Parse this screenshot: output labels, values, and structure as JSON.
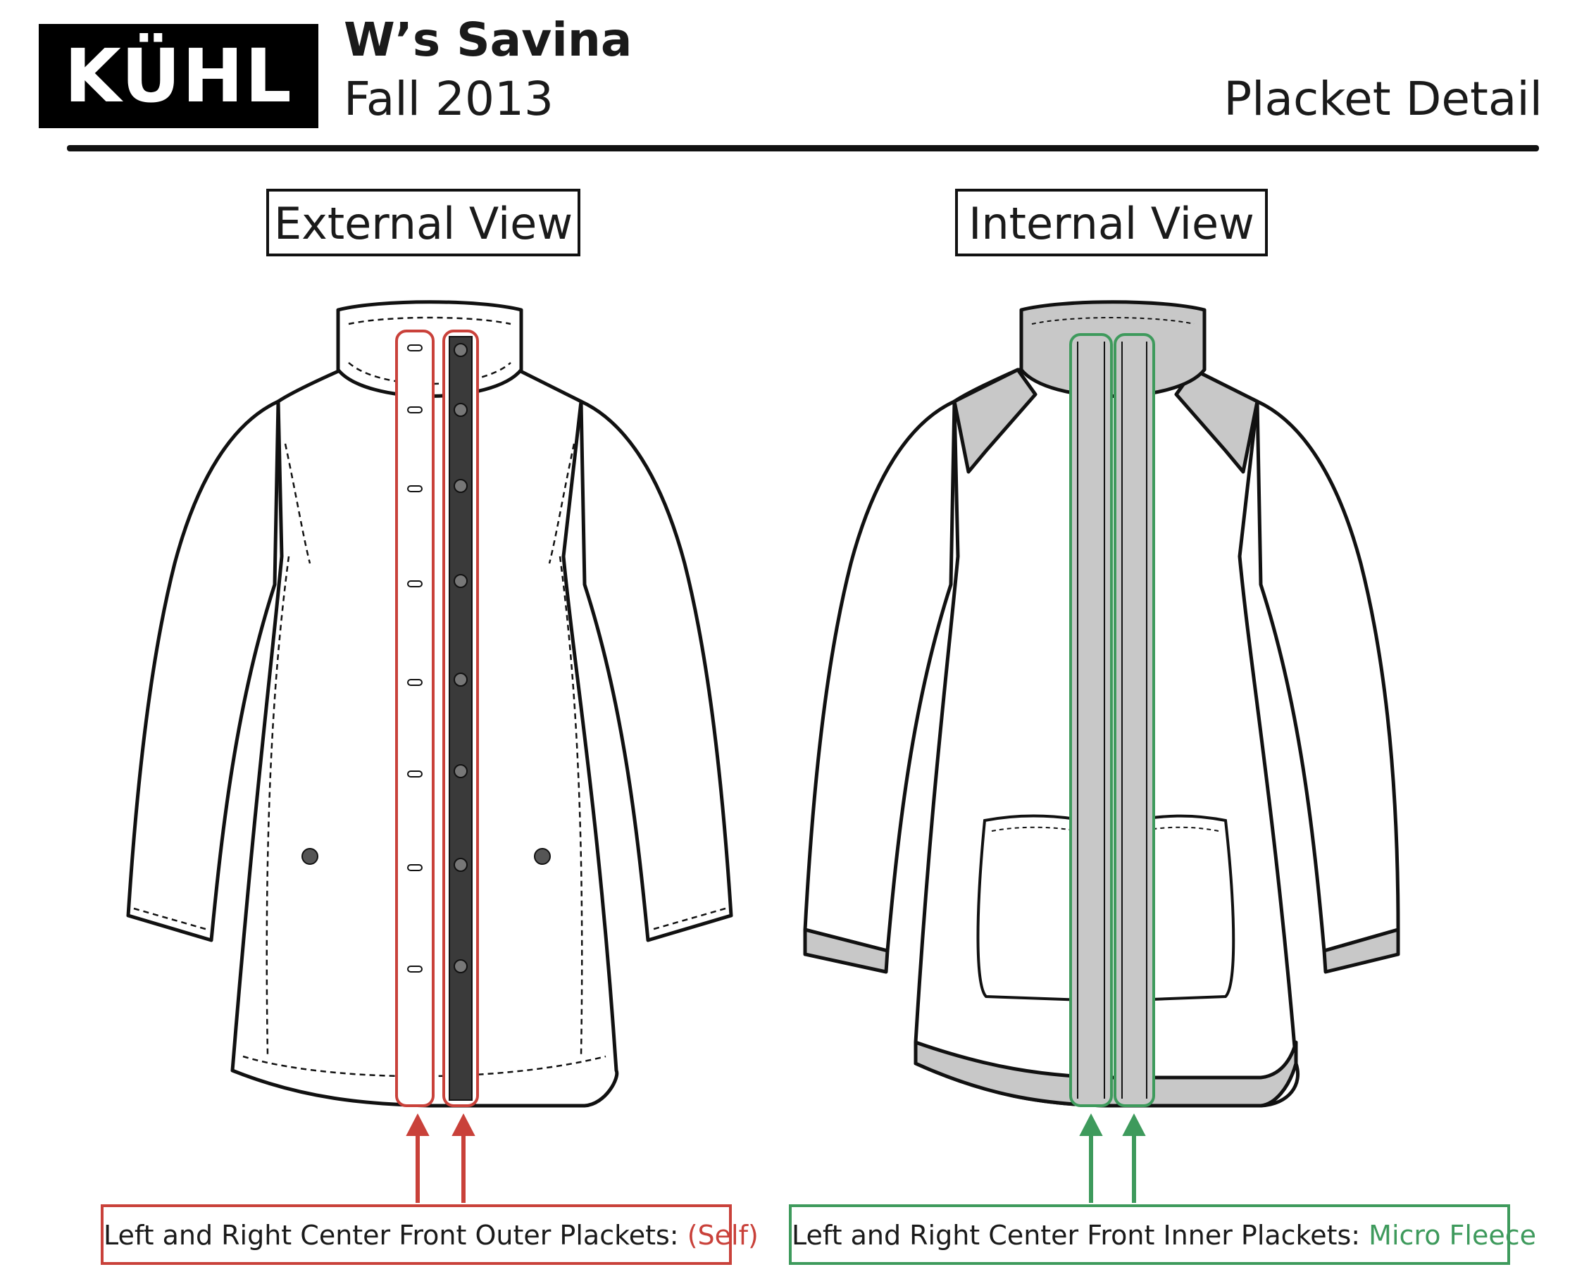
{
  "header": {
    "brand": "KÜHL",
    "title": "W’s Savina",
    "season": "Fall 2013",
    "sheet_title": "Placket Detail"
  },
  "views": {
    "external_label": "External View",
    "internal_label": "Internal View"
  },
  "callouts": {
    "outer_text": "Left and Right Center Front Outer Plackets: ",
    "outer_material": "(Self)",
    "inner_text": "Left and Right Center Front Inner Plackets: ",
    "inner_material": "Micro Fleece"
  },
  "colors": {
    "outer_placket": "#c9413a",
    "inner_placket": "#3e9a5c",
    "fleece_fill": "#c8c8c8",
    "placket_dark": "#3a3a3a"
  }
}
